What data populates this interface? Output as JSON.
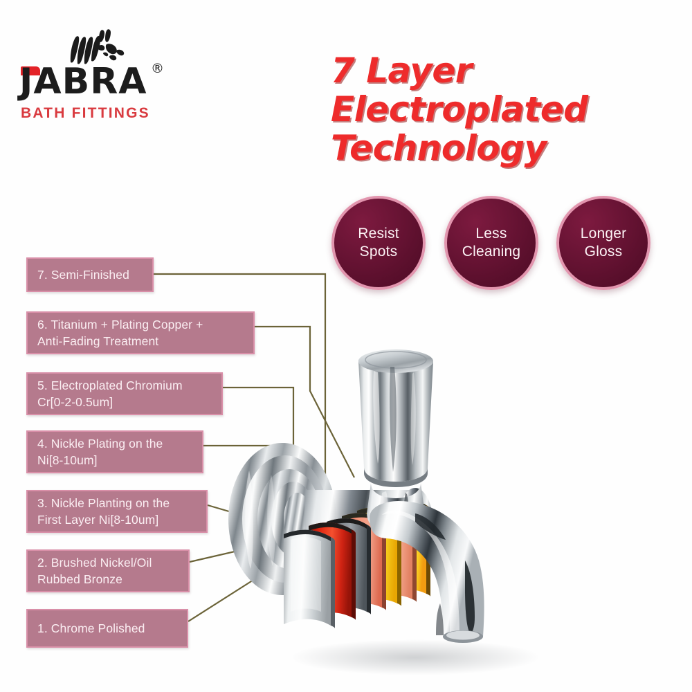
{
  "brand": {
    "name": "JABRA",
    "registered_mark": "®",
    "tagline": "BATH FITTINGS",
    "mark_icon": "zebra-head-icon",
    "accent_color": "#e32227",
    "text_color": "#1c1c1c"
  },
  "headline": {
    "lines": [
      "7 Layer",
      "Electroplated",
      "Technology"
    ],
    "color": "#ee2b2b"
  },
  "badges": [
    {
      "lines": "Resist\nSpots",
      "label": "Resist Spots"
    },
    {
      "lines": "Less\nCleaning",
      "label": "Less Cleaning"
    },
    {
      "lines": "Longer\nGloss",
      "label": "Longer Gloss"
    }
  ],
  "badge_style": {
    "fill": "#5a0f2c",
    "border": "#e295ae",
    "text": "#fdf3f6"
  },
  "layers": [
    {
      "number": 7,
      "text": "7. Semi-Finished",
      "plate_color": "#f0a000"
    },
    {
      "number": 6,
      "text": "6. Titanium + Plating Copper +\nAnti-Fading Treatment",
      "plate_color": "#ef8b74"
    },
    {
      "number": 5,
      "text": "5. Electroplated Chromium\nCr[0-2-0.5um]",
      "plate_color": "#f2c800"
    },
    {
      "number": 4,
      "text": "4. Nickle Plating on the\nNi[8-10um]",
      "plate_color": "#ef7f64"
    },
    {
      "number": 3,
      "text": "3. Nickle Planting on the\nFirst Layer Ni[8-10um]",
      "plate_color": "#6b7076"
    },
    {
      "number": 2,
      "text": "2. Brushed Nickel/Oil\nRubbed Bronze",
      "plate_color": "#e02b16"
    },
    {
      "number": 1,
      "text": "1. Chrome Polished",
      "plate_color": "#cfd3d6"
    }
  ],
  "layer_box_style": {
    "fill": "#b57a8d",
    "border": "#d98fa8",
    "text": "#fbeef2"
  },
  "connector_color": "#6b6338",
  "product": {
    "name": "chrome-bib-tap",
    "finish": "chrome",
    "parts": [
      "wall-flange",
      "handle-knob",
      "body",
      "spout"
    ]
  },
  "background_color": "#fefefe"
}
